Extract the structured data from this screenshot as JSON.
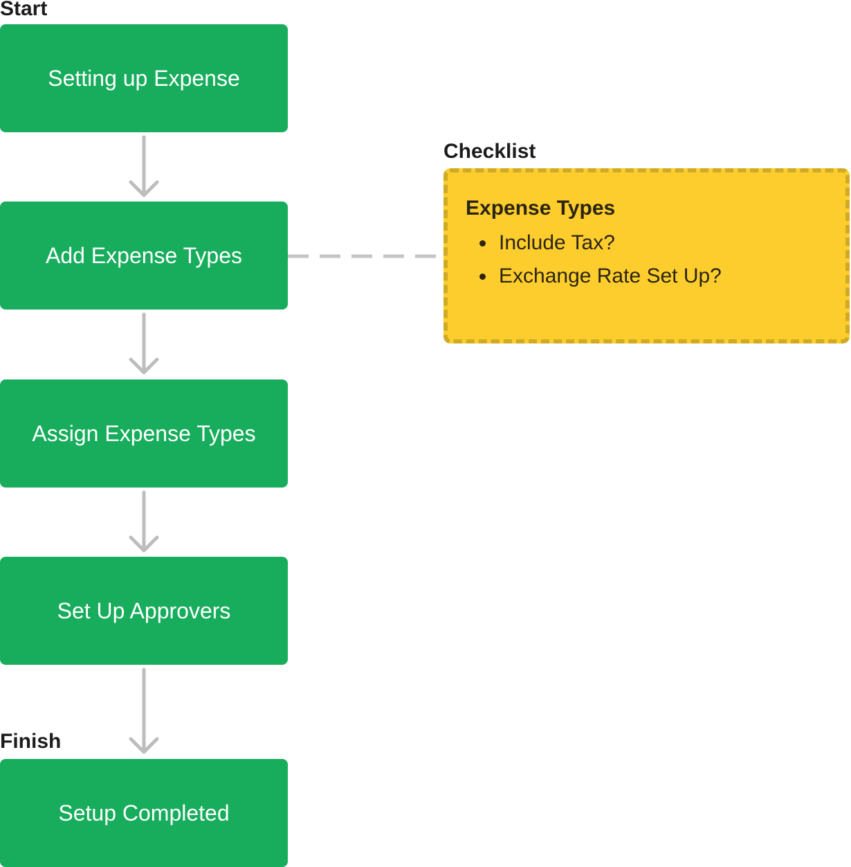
{
  "labels": {
    "start": "Start",
    "finish": "Finish",
    "checklist": "Checklist"
  },
  "steps": [
    {
      "label": "Setting up Expense"
    },
    {
      "label": "Add Expense Types"
    },
    {
      "label": "Assign Expense Types"
    },
    {
      "label": "Set Up Approvers"
    },
    {
      "label": "Setup Completed"
    }
  ],
  "checklist": {
    "heading": "Expense Types",
    "items": [
      "Include Tax?",
      "Exchange Rate Set Up?"
    ]
  },
  "colors": {
    "step_fill": "#17ad5c",
    "checklist_fill": "#fdcd2d",
    "checklist_border": "#ceaa25",
    "connector": "#bdbdbd",
    "dashed_link": "#c4c4c4",
    "label_text": "#1c1c1c"
  }
}
